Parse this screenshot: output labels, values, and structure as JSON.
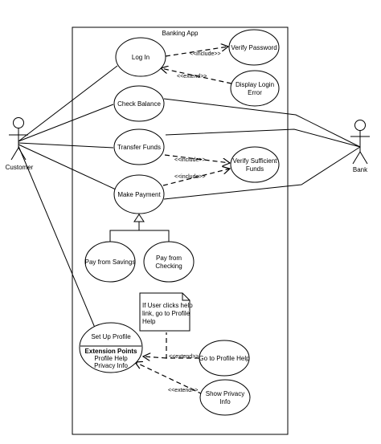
{
  "system": {
    "title": "Banking App"
  },
  "actors": {
    "customer": "Customer",
    "bank": "Bank"
  },
  "use_cases": {
    "log_in": "Log In",
    "verify_password": "Verify Password",
    "display_login_error_1": "Display Login",
    "display_login_error_2": "Error",
    "check_balance": "Check Balance",
    "transfer_funds": "Transfer Funds",
    "verify_funds_1": "Verify Sufficient",
    "verify_funds_2": "Funds",
    "make_payment": "Make Payment",
    "pay_savings": "Pay from Savings",
    "pay_checking_1": "Pay from",
    "pay_checking_2": "Checking",
    "set_up_profile": "Set Up Profile",
    "extension_points_title": "Extension Points",
    "extension_point_1": "Profile Help",
    "extension_point_2": "Privacy Info",
    "go_to_profile_help": "Go to Profile Help",
    "show_privacy_1": "Show Privacy",
    "show_privacy_2": "Info"
  },
  "relations": {
    "include_verify_password": "<<include>>",
    "extend_login_error": "<<extend>>",
    "include_transfer": "<<include>>",
    "include_payment": "<<include>>",
    "extend_profile_help": "<<extend>>",
    "extend_privacy": "<<extend>>"
  },
  "note": {
    "line1": "If User clicks help",
    "line2": "link, go to Profile",
    "line3": "Help"
  }
}
